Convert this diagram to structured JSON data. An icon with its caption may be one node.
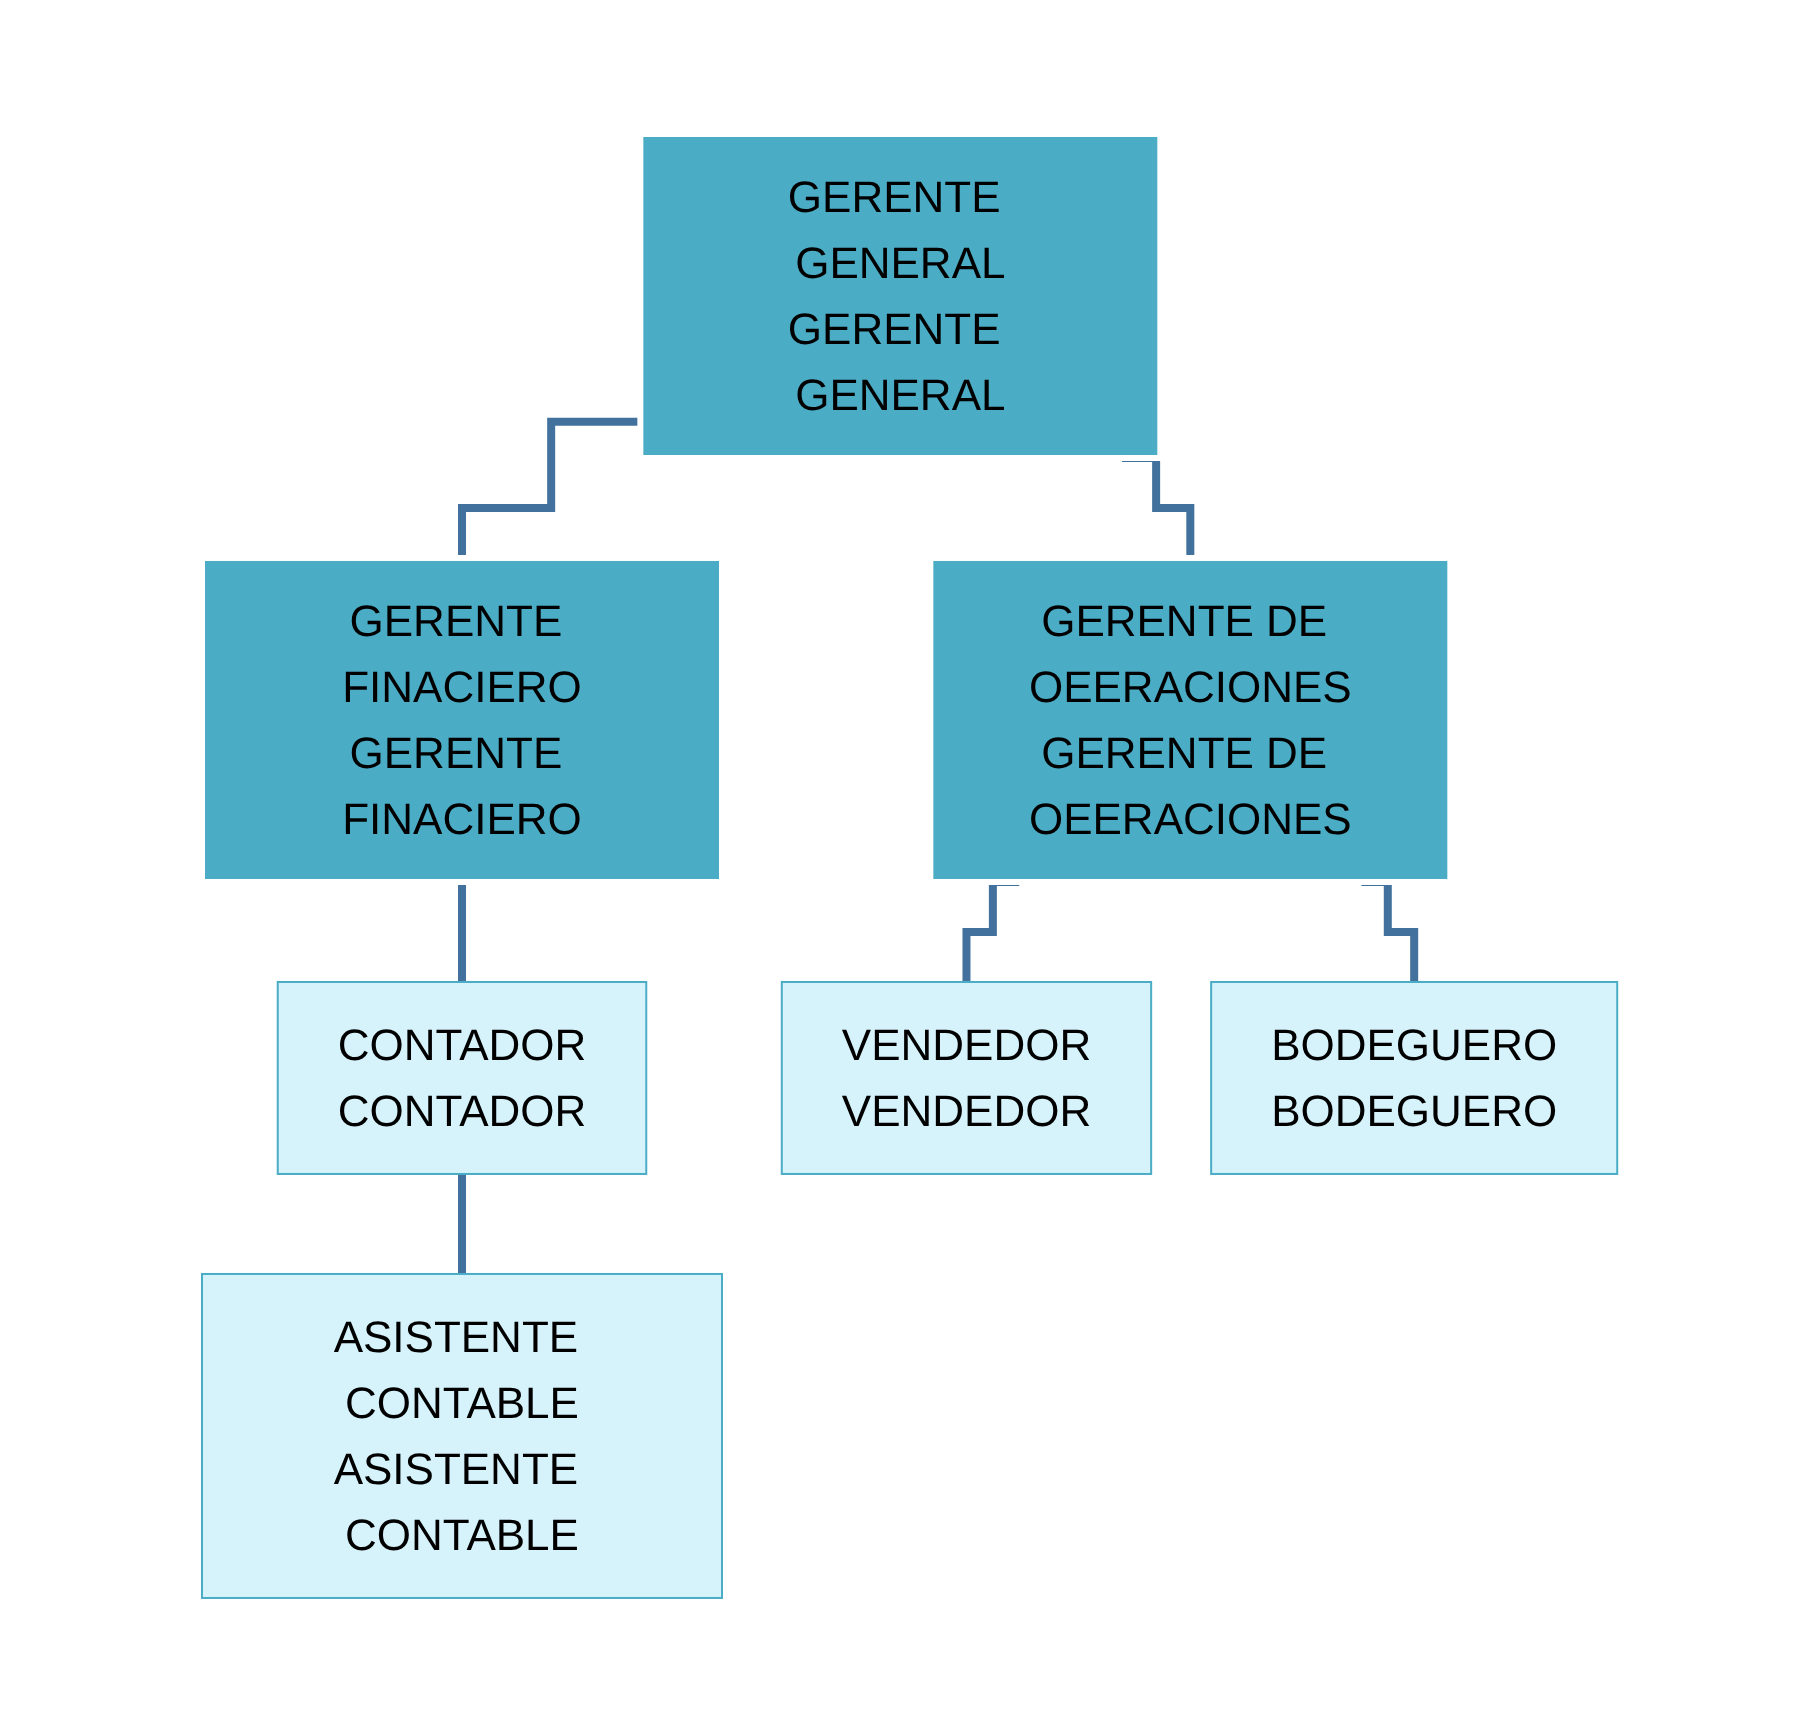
{
  "diagram": {
    "nodes": [
      {
        "text": [
          "GERENTE GENERAL",
          "GERENTE GENERAL"
        ]
      },
      {
        "text": [
          "GERENTE FINACIERO",
          "GERENTE FINACIERO"
        ]
      },
      {
        "text": [
          "GERENTE DE OEERACIONES",
          "GERENTE DE OEERACIONES"
        ]
      },
      {
        "text": [
          "CONTADOR",
          "CONTADOR"
        ]
      },
      {
        "text": [
          "ASISTENTE CONTABLE",
          "ASISTENTE CONTABLE"
        ]
      },
      {
        "text": [
          "VENDEDOR",
          "VENDEDOR"
        ]
      },
      {
        "text": [
          "BODEGUERO",
          "BODEGUERO"
        ]
      }
    ],
    "edges": [
      {
        "from": 0,
        "to": 1,
        "arrow": "none"
      },
      {
        "from": 0,
        "to": 2,
        "arrow": "none"
      },
      {
        "from": 1,
        "to": 3,
        "arrow": "none"
      },
      {
        "from": 3,
        "to": 4,
        "arrow": "none"
      },
      {
        "from": 2,
        "to": 5,
        "arrow": "none"
      },
      {
        "from": 2,
        "to": 6,
        "arrow": "none"
      }
    ]
  }
}
